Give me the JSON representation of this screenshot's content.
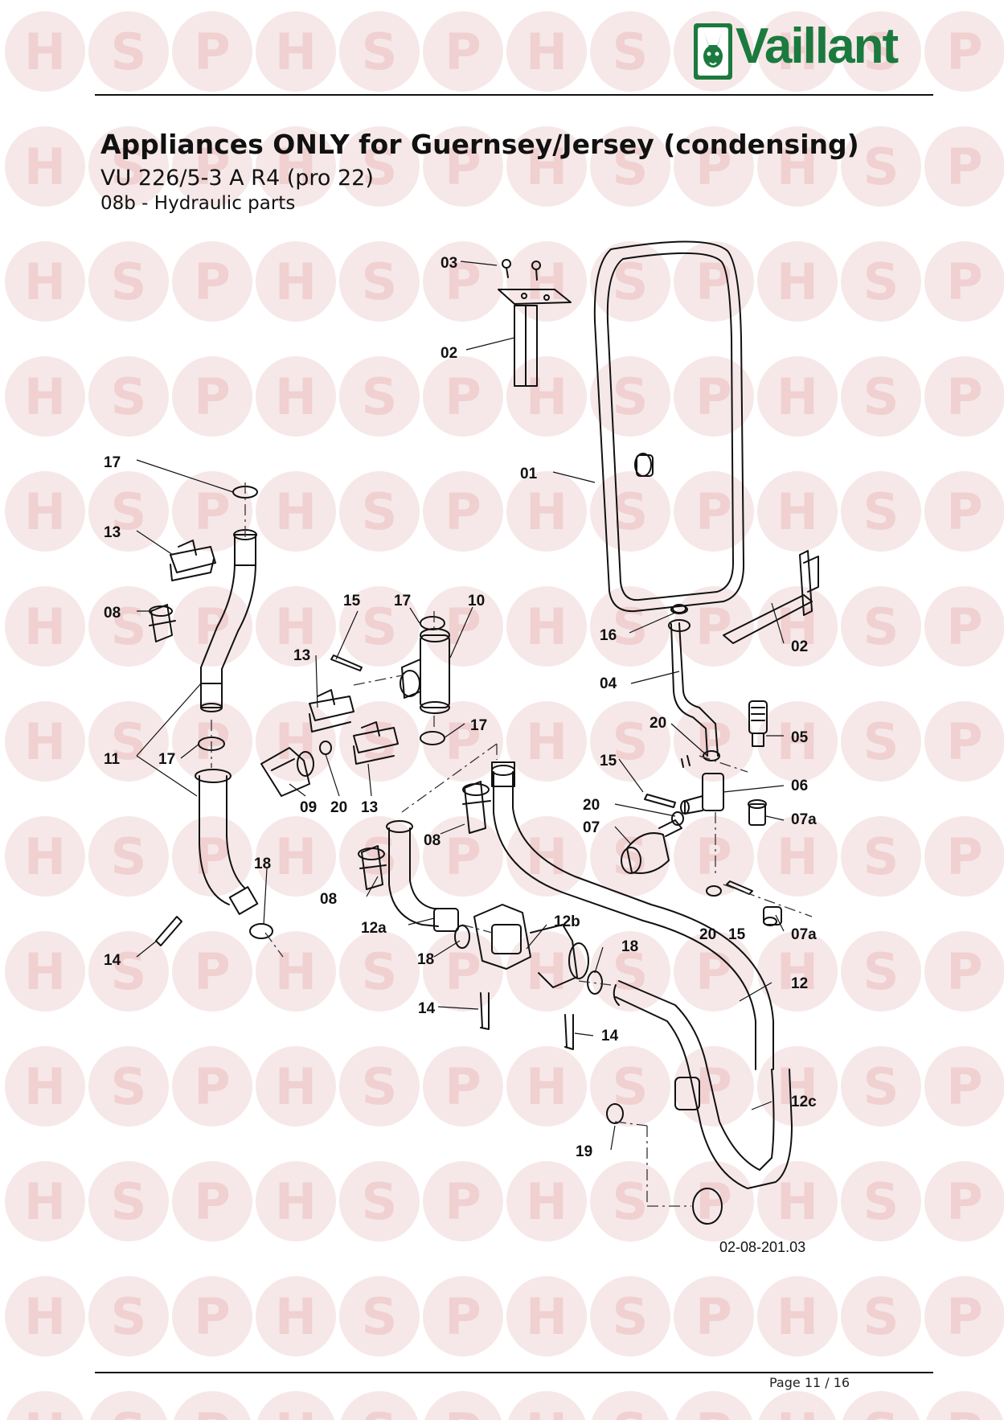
{
  "brand": "Vaillant",
  "title": "Appliances ONLY for Guernsey/Jersey (condensing)",
  "model": "VU 226/5-3 A R4 (pro 22)",
  "section": "08b - Hydraulic parts",
  "drawing_code": "02-08-201.03",
  "page": "Page 11 / 16",
  "watermark_letters": [
    "H",
    "S",
    "P"
  ],
  "callouts": {
    "c01": "01",
    "c02a": "02",
    "c02b": "02",
    "c03": "03",
    "c04": "04",
    "c05": "05",
    "c06": "06",
    "c07": "07",
    "c07a1": "07a",
    "c07a2": "07a",
    "c08a": "08",
    "c08b": "08",
    "c08c": "08",
    "c09": "09",
    "c10": "10",
    "c11": "11",
    "c12": "12",
    "c12a": "12a",
    "c12b": "12b",
    "c12c": "12c",
    "c13a": "13",
    "c13b": "13",
    "c13c": "13",
    "c14a": "14",
    "c14b": "14",
    "c14c": "14",
    "c15a": "15",
    "c15b": "15",
    "c15c": "15",
    "c16": "16",
    "c17a": "17",
    "c17b": "17",
    "c17c": "17",
    "c17d": "17",
    "c18a": "18",
    "c18b": "18",
    "c18c": "18",
    "c19": "19",
    "c20a": "20",
    "c20b": "20",
    "c20c": "20",
    "c20d": "20"
  },
  "colors": {
    "brand_green": "#1b7a3e",
    "watermark_circle": "#f6e8e8",
    "watermark_letter": "#f0d0d0"
  }
}
